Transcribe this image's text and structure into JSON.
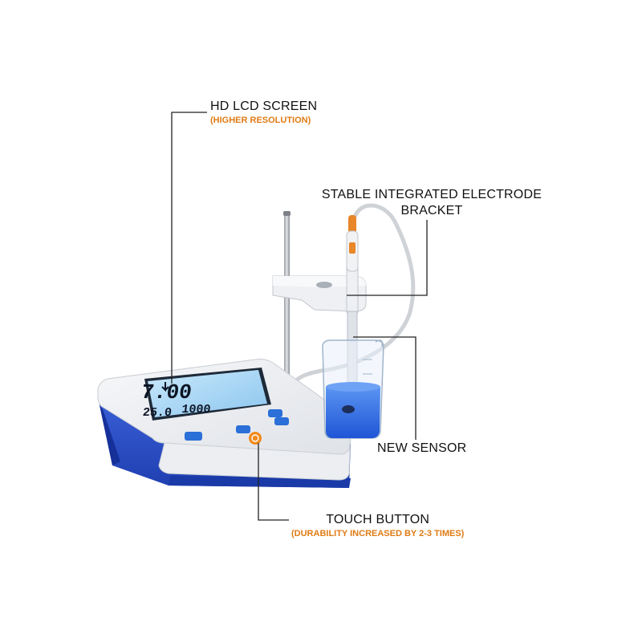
{
  "colors": {
    "accent_orange": "#e07b14",
    "base_blue": "#2c4fc6",
    "lcd_blue": "#9ad0f2",
    "solution_blue": "#2f6fe8",
    "button_blue": "#2b6fd8"
  },
  "callouts": {
    "lcd_screen": {
      "title": "HD LCD SCREEN",
      "subtitle": "(HIGHER RESOLUTION)"
    },
    "bracket": {
      "title": "STABLE INTEGRATED ELECTRODE BRACKET"
    },
    "sensor": {
      "title": "NEW SENSOR"
    },
    "touch_button": {
      "title": "TOUCH BUTTON",
      "subtitle": "(DURABILITY INCREASED BY 2-3 TIMES)"
    }
  },
  "display": {
    "primary_reading": "7.00",
    "temperature_reading": "25.0",
    "secondary_reading": "1000"
  },
  "icons": [
    "electrode-icon",
    "beaker-icon",
    "power-button-icon"
  ]
}
